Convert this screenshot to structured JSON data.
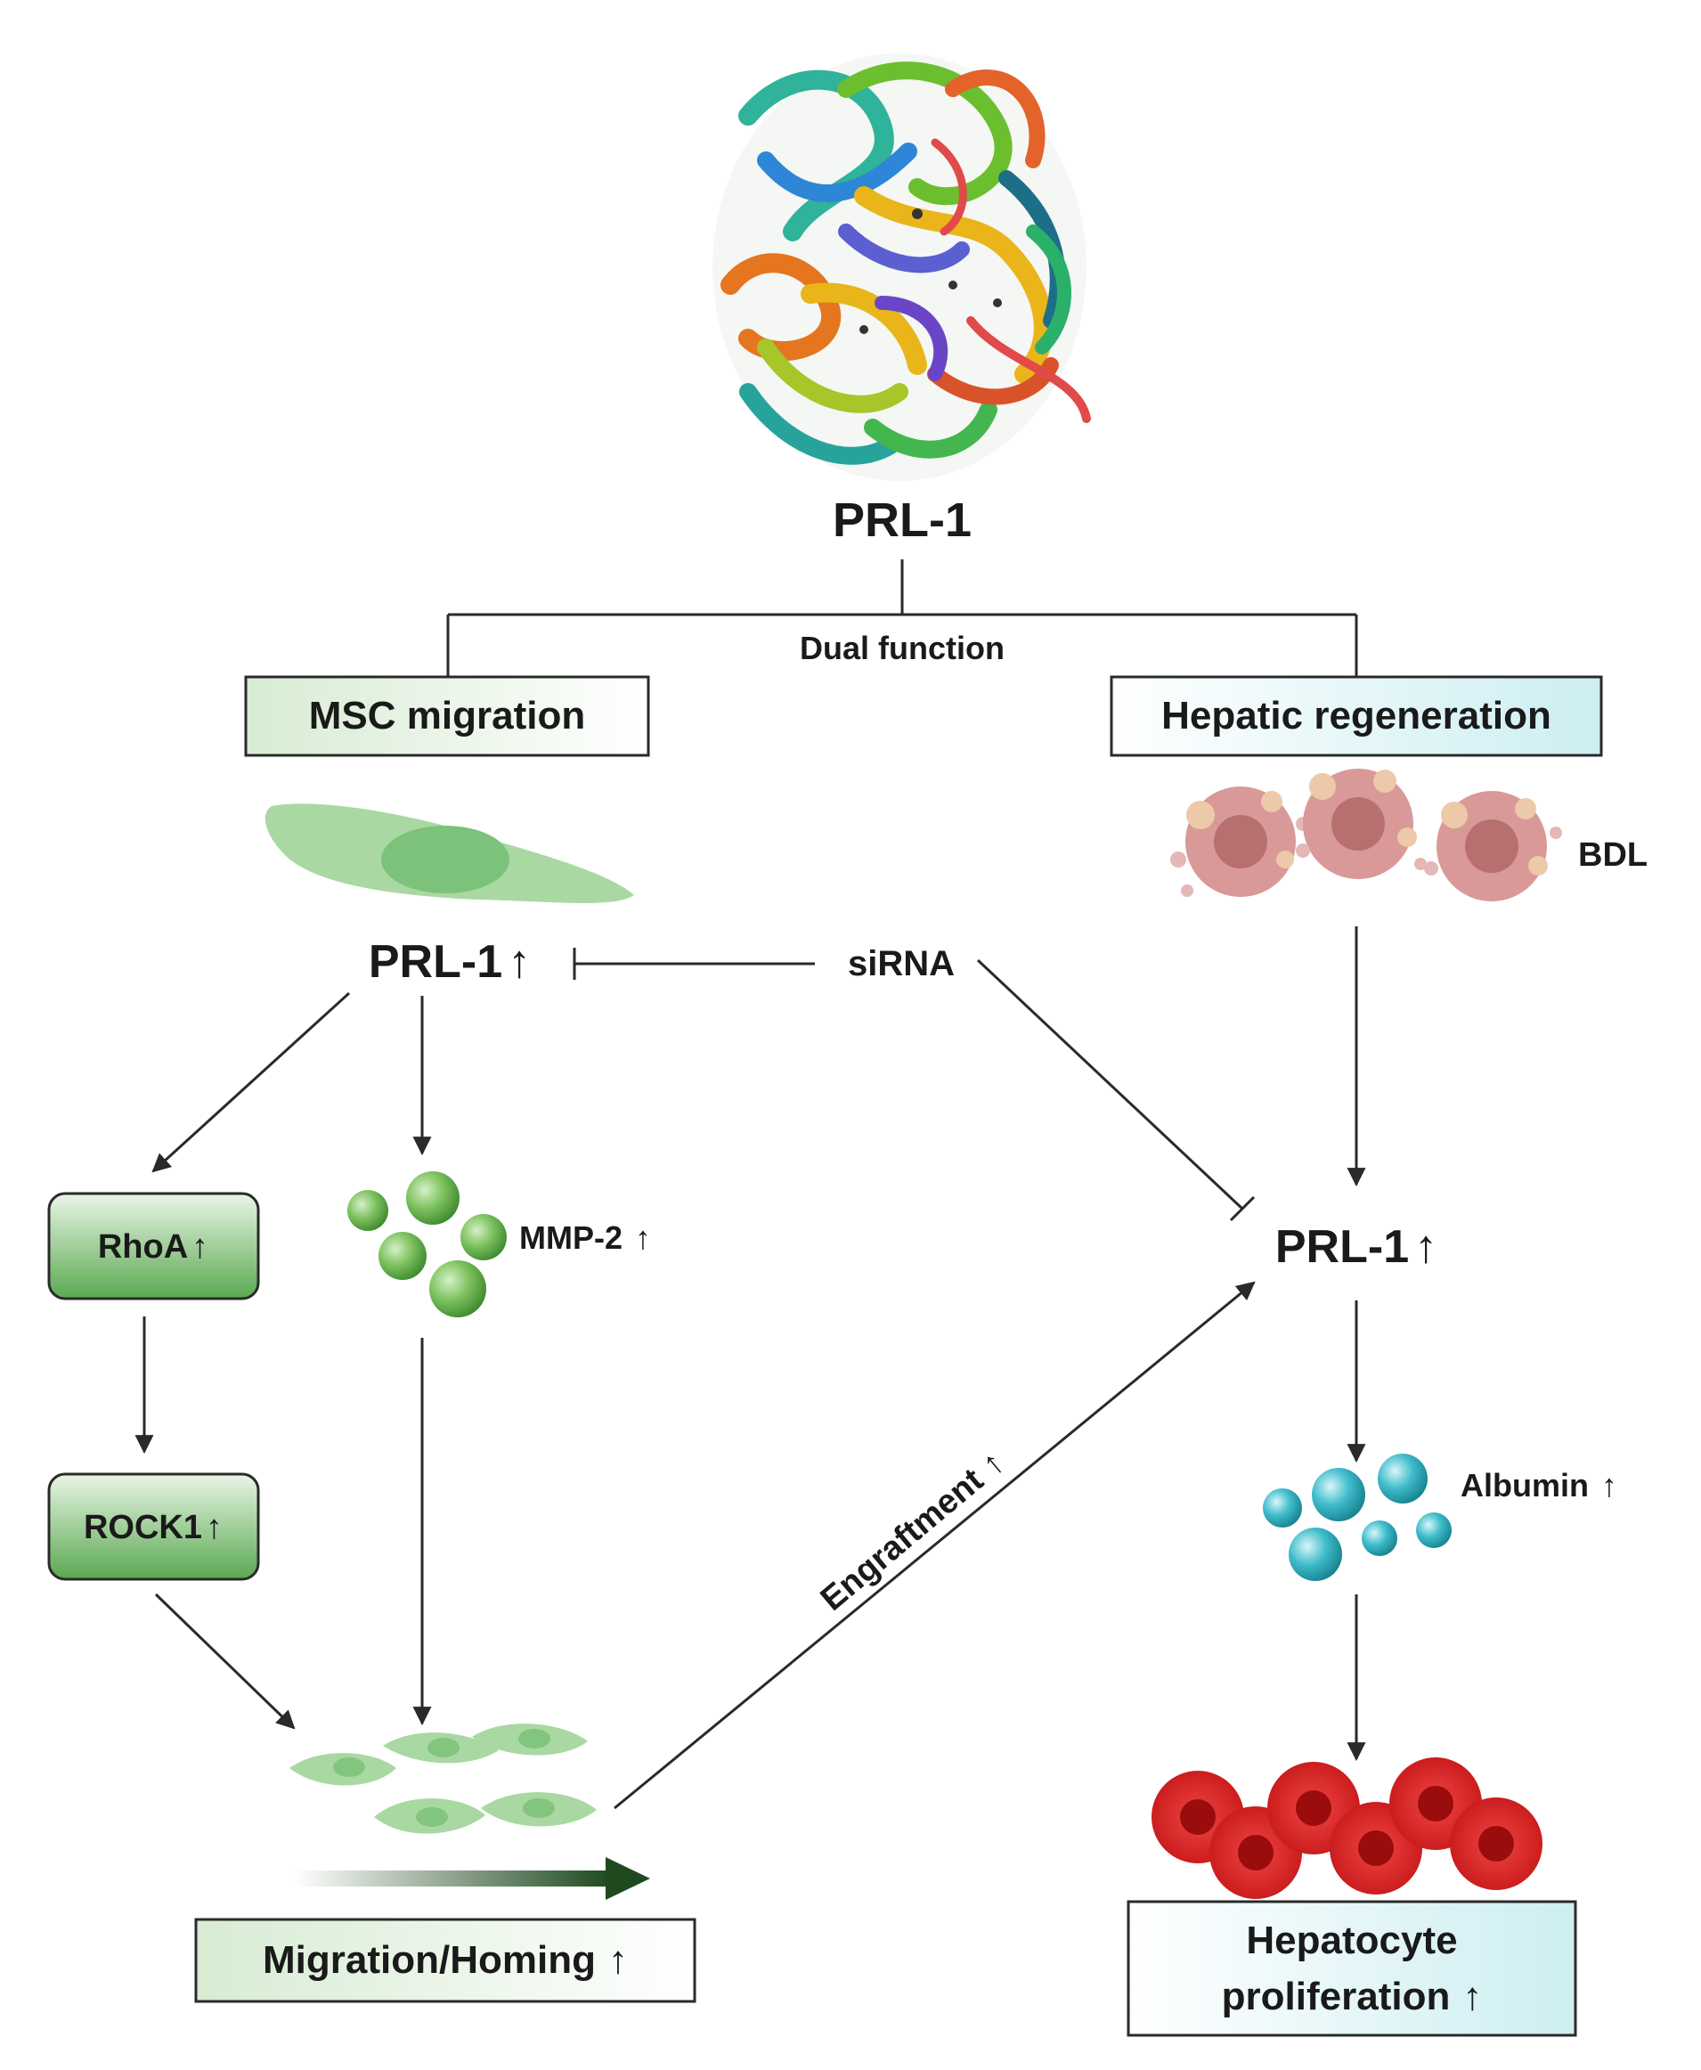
{
  "protein": {
    "label": "PRL-1",
    "icon": "protein-structure-icon"
  },
  "split_label": "Dual function",
  "branches": {
    "left_title": "MSC migration",
    "right_title": "Hepatic regeneration"
  },
  "left": {
    "prl": "PRL-1",
    "rhoa": "RhoA",
    "rock1": "ROCK1",
    "mmp2": "MMP-2",
    "migration": "Migration/Homing"
  },
  "center": {
    "sirna": "siRNA",
    "engraftment": "Engraftment"
  },
  "right": {
    "bdl": "BDL",
    "prl": "PRL-1",
    "albumin": "Albumin",
    "hepatocyte_line1": "Hepatocyte",
    "hepatocyte_line2": "proliferation"
  },
  "up_arrow": "↑",
  "colors": {
    "msc_green": "#8fc98a",
    "box_green": "#5fae55",
    "albumin_teal": "#3cb7c4",
    "bdl_pink": "#d98b8b",
    "hepatocyte_red": "#d81e1e"
  }
}
